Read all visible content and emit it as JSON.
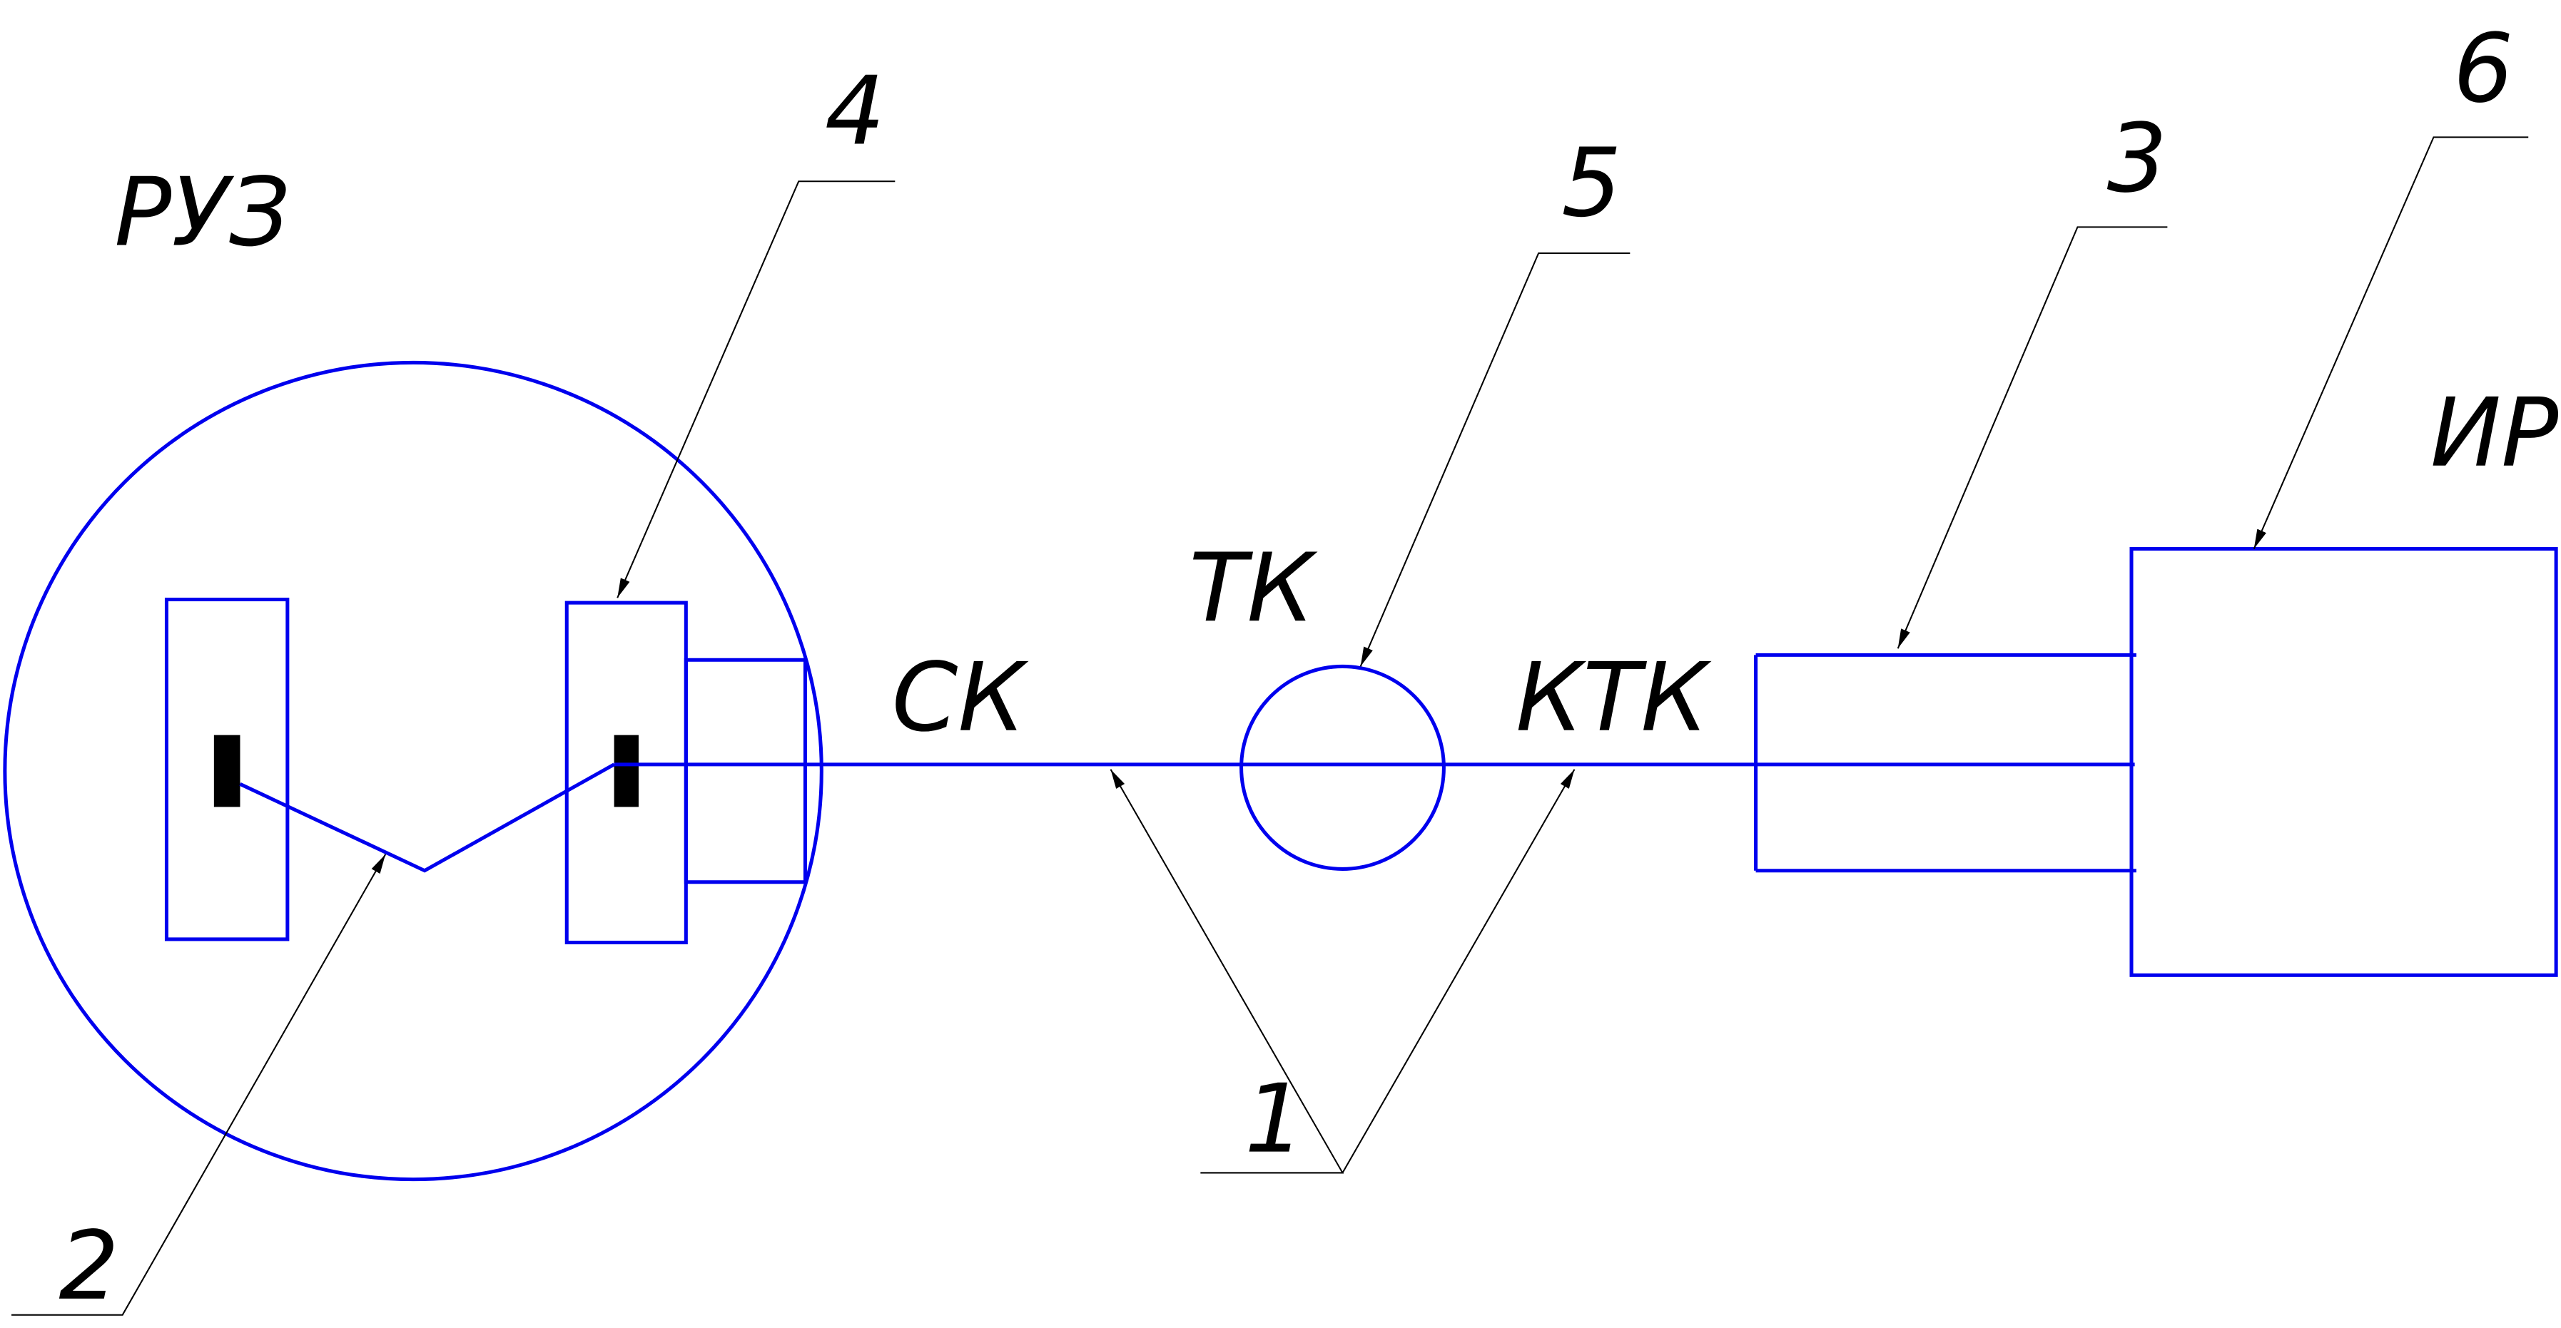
{
  "labels": {
    "ruz": "РУЗ",
    "ir": "ИР",
    "tk": "ТК",
    "sk": "СК",
    "ktk": "КТК"
  },
  "callouts": {
    "n1": "1",
    "n2": "2",
    "n3": "3",
    "n4": "4",
    "n5": "5",
    "n6": "6"
  },
  "colors": {
    "line": "#0000ee",
    "leader": "#000000"
  }
}
